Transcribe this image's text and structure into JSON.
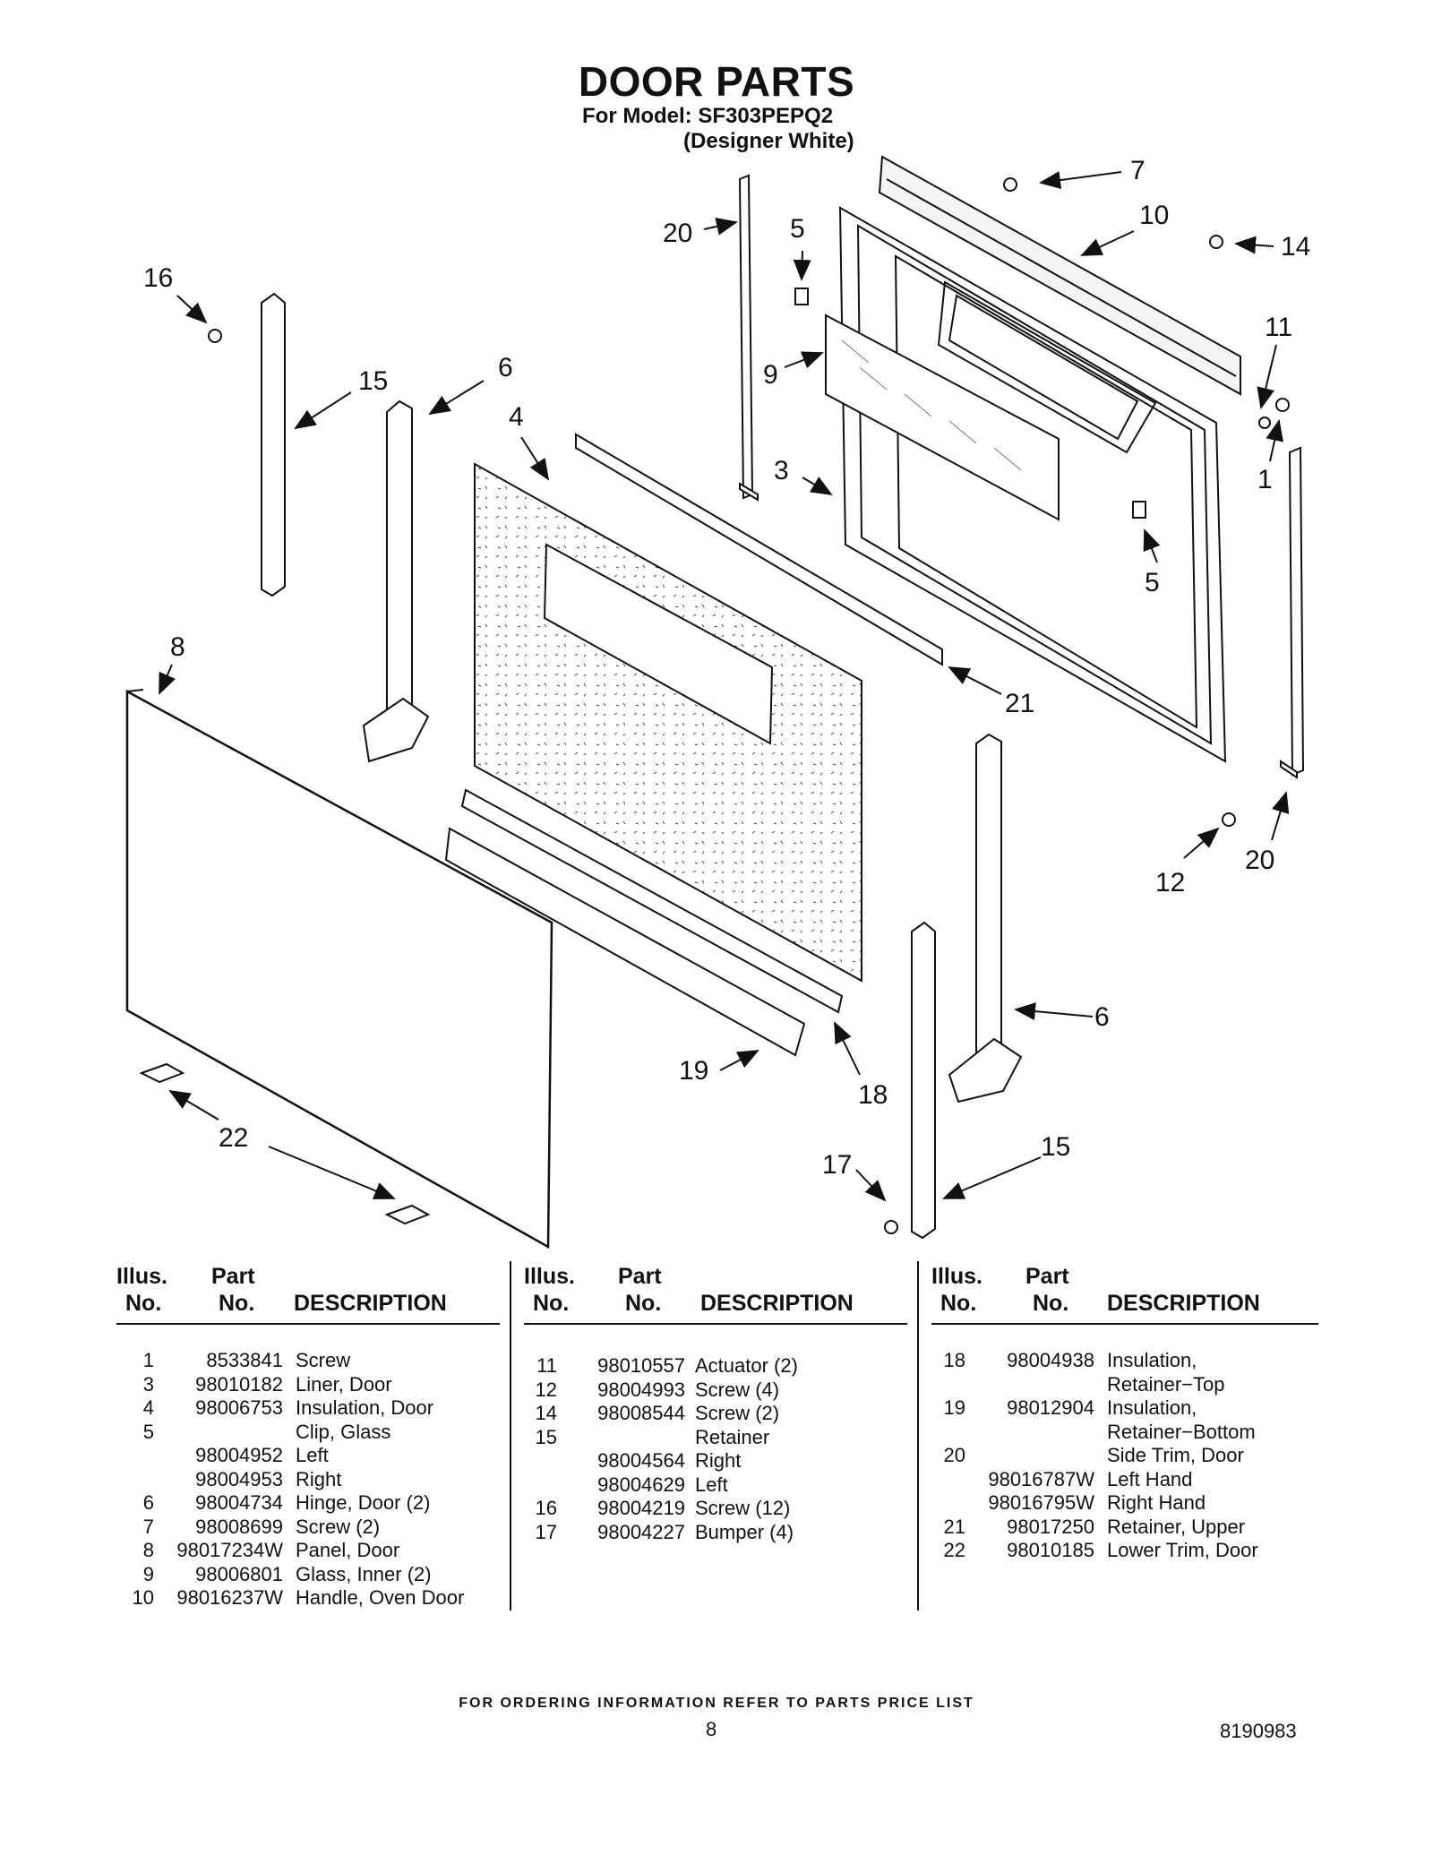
{
  "header": {
    "title": "DOOR PARTS",
    "model_line": "For Model: SF303PEPQ2",
    "color_line": "(Designer White)"
  },
  "diagram_callouts": [
    "20",
    "5",
    "7",
    "10",
    "14",
    "16",
    "15",
    "6",
    "4",
    "9",
    "11",
    "3",
    "1",
    "5",
    "8",
    "21",
    "20",
    "12",
    "6",
    "19",
    "18",
    "22",
    "15",
    "17"
  ],
  "table": {
    "headers": {
      "illus_1": "Illus.",
      "illus_2": "No.",
      "part_1": "Part",
      "part_2": "No.",
      "desc": "DESCRIPTION"
    },
    "col1": [
      {
        "no": "1",
        "part": "8533841",
        "desc": "Screw"
      },
      {
        "no": "3",
        "part": "98010182",
        "desc": "Liner, Door"
      },
      {
        "no": "4",
        "part": "98006753",
        "desc": "Insulation, Door"
      },
      {
        "no": "5",
        "part": "",
        "desc": "Clip, Glass"
      },
      {
        "no": "",
        "part": "98004952",
        "desc": "Left"
      },
      {
        "no": "",
        "part": "98004953",
        "desc": "Right"
      },
      {
        "no": "6",
        "part": "98004734",
        "desc": "Hinge, Door (2)"
      },
      {
        "no": "7",
        "part": "98008699",
        "desc": "Screw (2)"
      },
      {
        "no": "8",
        "part": "98017234W",
        "desc": "Panel, Door"
      },
      {
        "no": "9",
        "part": "98006801",
        "desc": "Glass, Inner (2)"
      },
      {
        "no": "10",
        "part": "98016237W",
        "desc": "Handle, Oven Door"
      }
    ],
    "col2": [
      {
        "no": "11",
        "part": "98010557",
        "desc": "Actuator (2)"
      },
      {
        "no": "12",
        "part": "98004993",
        "desc": "Screw (4)"
      },
      {
        "no": "14",
        "part": "98008544",
        "desc": "Screw (2)"
      },
      {
        "no": "15",
        "part": "",
        "desc": "Retainer"
      },
      {
        "no": "",
        "part": "98004564",
        "desc": "Right"
      },
      {
        "no": "",
        "part": "98004629",
        "desc": "Left"
      },
      {
        "no": "16",
        "part": "98004219",
        "desc": "Screw (12)"
      },
      {
        "no": "17",
        "part": "98004227",
        "desc": "Bumper (4)"
      }
    ],
    "col3": [
      {
        "no": "18",
        "part": "98004938",
        "desc": "Insulation,"
      },
      {
        "no": "",
        "part": "",
        "desc": "Retainer−Top"
      },
      {
        "no": "19",
        "part": "98012904",
        "desc": "Insulation,"
      },
      {
        "no": "",
        "part": "",
        "desc": "Retainer−Bottom"
      },
      {
        "no": "20",
        "part": "",
        "desc": "Side Trim, Door"
      },
      {
        "no": "",
        "part": "98016787W",
        "desc": "Left Hand"
      },
      {
        "no": "",
        "part": "98016795W",
        "desc": "Right Hand"
      },
      {
        "no": "21",
        "part": "98017250",
        "desc": "Retainer, Upper"
      },
      {
        "no": "22",
        "part": "98010185",
        "desc": "Lower Trim, Door"
      }
    ]
  },
  "footer": {
    "ordering_note": "FOR ORDERING INFORMATION REFER TO PARTS PRICE LIST",
    "page_number": "8",
    "document_number": "8190983"
  }
}
